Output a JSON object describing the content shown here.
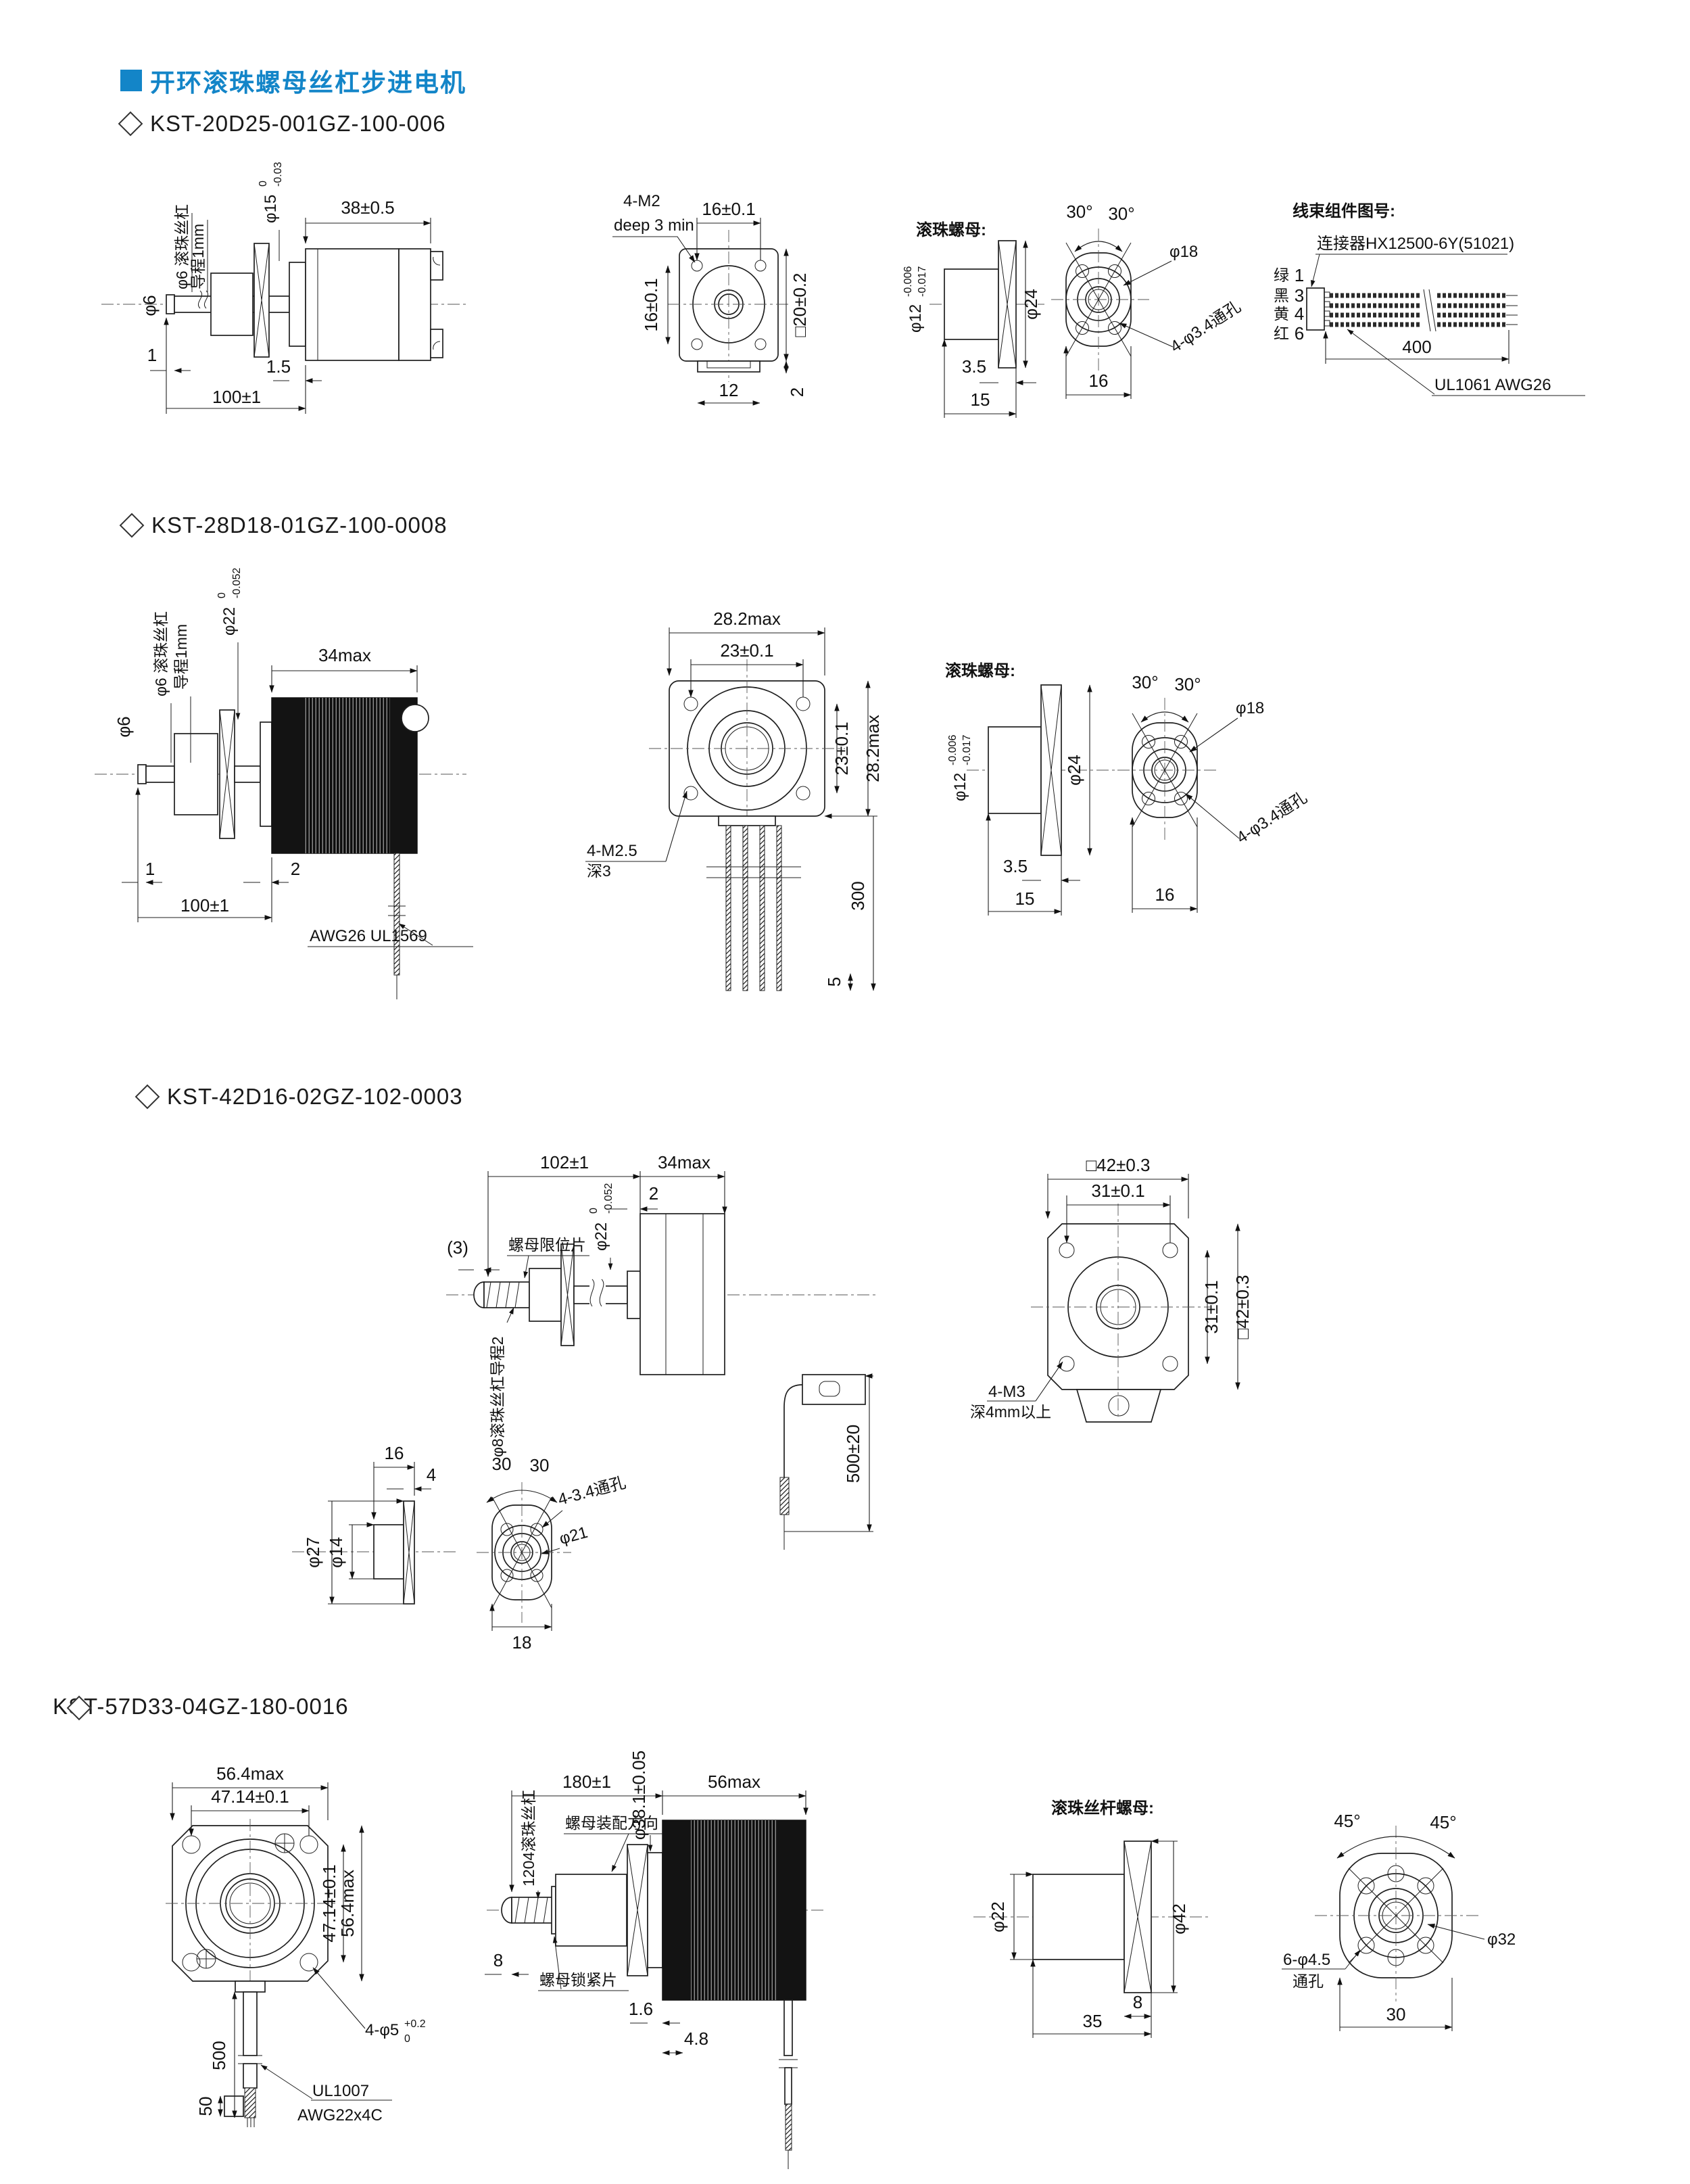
{
  "header": {
    "title": "开环滚珠螺母丝杠步进电机"
  },
  "sections": [
    {
      "model": "KST-20D25-001GZ-100-006",
      "labels": {
        "phi6": "φ6",
        "screwNote": "φ6 滚珠丝杠",
        "leadNote": "导程1mm",
        "d15": "φ15",
        "d15t": "0",
        "d15b": "-0.03",
        "len38": "38±0.5",
        "n1": "1",
        "n1_5": "1.5",
        "len100": "100±1",
        "tap1": "4-M2",
        "tap2": "deep 3 min",
        "w16": "16±0.1",
        "h16": "16±0.1",
        "sq20": "□20±0.2",
        "w12": "12",
        "t2": "2",
        "nutLbl": "滚珠螺母:",
        "d12": "φ12",
        "d12t": "-0.006",
        "d12b": "-0.017",
        "d24": "φ24",
        "n3_5": "3.5",
        "n15": "15",
        "a30l": "30°",
        "a30r": "30°",
        "d18": "φ18",
        "holes34": "4-φ3.4通孔",
        "n16": "16",
        "harnessLbl": "线束组件图号:",
        "connLbl": "连接器HX12500-6Y(51021)",
        "c1": "绿",
        "c2": "黑",
        "c3": "黄",
        "c4": "红",
        "p1": "1",
        "p2": "3",
        "p3": "4",
        "p4": "6",
        "wlen400": "400",
        "wspec": "UL1061 AWG26"
      }
    },
    {
      "model": "KST-28D18-01GZ-100-0008",
      "labels": {
        "phi6": "φ6",
        "screwNote": "φ6 滚珠丝杠",
        "leadNote": "导程1mm",
        "d22": "φ22",
        "d22t": "0",
        "d22b": "-0.052",
        "len34": "34max",
        "n1": "1",
        "len100": "100±1",
        "t2": "2",
        "wspec": "AWG26 UL1569",
        "w282": "28.2max",
        "w23": "23±0.1",
        "h23": "23±0.1",
        "h282": "28.2max",
        "tap1": "4-M2.5",
        "tap2": "深3",
        "wlen300": "300",
        "n5": "5",
        "nutLbl": "滚珠螺母:",
        "d12": "φ12",
        "d12t": "-0.006",
        "d12b": "-0.017",
        "d24": "φ24",
        "n3_5": "3.5",
        "n15": "15",
        "a30l": "30°",
        "a30r": "30°",
        "d18": "φ18",
        "holes34": "4-φ3.4通孔",
        "n16": "16"
      }
    },
    {
      "model": "KST-42D16-02GZ-102-0003",
      "labels": {
        "len102": "102±1",
        "len34": "34max",
        "t2": "2",
        "d22": "φ22",
        "d22t": "0",
        "d22b": "-0.052",
        "n3p": "(3)",
        "limitNote": "螺母限位片",
        "screwNote": "φ8滚珠丝杠导程2",
        "cable": "500±20",
        "sq42t": "□42±0.3",
        "w31": "31±0.1",
        "h31": "31±0.1",
        "sq42r": "□42±0.3",
        "tap1": "4-M3",
        "tap2": "深4mm以上",
        "n16": "16",
        "n4": "4",
        "d27": "φ27",
        "d14": "φ14",
        "a30l": "30",
        "a30r": "30",
        "holes34": "4-3.4通孔",
        "d21": "φ21",
        "n18": "18"
      }
    },
    {
      "model": "KST-57D33-04GZ-180-0016",
      "labels": {
        "w564": "56.4max",
        "w4714": "47.14±0.1",
        "h4714": "47.14±0.1",
        "h564": "56.4max",
        "holes4": "4-φ5",
        "holes4t": "+0.2",
        "holes4b": "0",
        "c500": "500",
        "c50": "50",
        "wspec1": "UL1007",
        "wspec2": "AWG22x4C",
        "len180": "180±1",
        "d381": "φ38.1±0.05",
        "len56": "56max",
        "screwNote": "1204滚珠丝杠",
        "dirNote": "螺母装配方向",
        "lockNote": "螺母锁紧片",
        "n8": "8",
        "n1_6": "1.6",
        "n4_8": "4.8",
        "nutLbl": "滚珠丝杆螺母:",
        "d22": "φ22",
        "d42": "φ42",
        "n35": "35",
        "n8b": "8",
        "a45l": "45°",
        "a45r": "45°",
        "holes6": "6-φ4.5",
        "holes6b": "通孔",
        "d32": "φ32",
        "n30": "30"
      }
    }
  ]
}
